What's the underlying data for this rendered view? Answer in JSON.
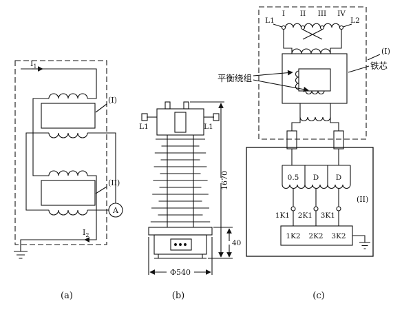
{
  "captions": {
    "a": "(a)",
    "b": "(b)",
    "c": "(c)"
  },
  "panel_a": {
    "current_in": {
      "base": "I",
      "sub": "1"
    },
    "current_out": {
      "base": "I",
      "sub": "2"
    },
    "unit1_label": "(I)",
    "unit2_label": "(II)",
    "ammeter_label": "A"
  },
  "panel_b": {
    "terminal_left": "L1",
    "terminal_right": "L1",
    "dim_height": "1670",
    "dim_base": "40",
    "dim_diameter": "Φ540"
  },
  "panel_c": {
    "terminal_left": "L1",
    "terminal_right": "L2",
    "taps": [
      "I",
      "II",
      "III",
      "IV"
    ],
    "balance_winding": "平衡绕组",
    "iron_core": "铁芯",
    "unit1_label": "(I)",
    "unit2_label": "(II)",
    "winding_class_labels": [
      "0.5",
      "D",
      "D"
    ],
    "k1_terminals": [
      "1K1",
      "2K1",
      "3K1"
    ],
    "k2_terminals": [
      "1K2",
      "2K2",
      "3K2"
    ]
  },
  "colors": {
    "ink": "#111111",
    "background": "#ffffff"
  }
}
